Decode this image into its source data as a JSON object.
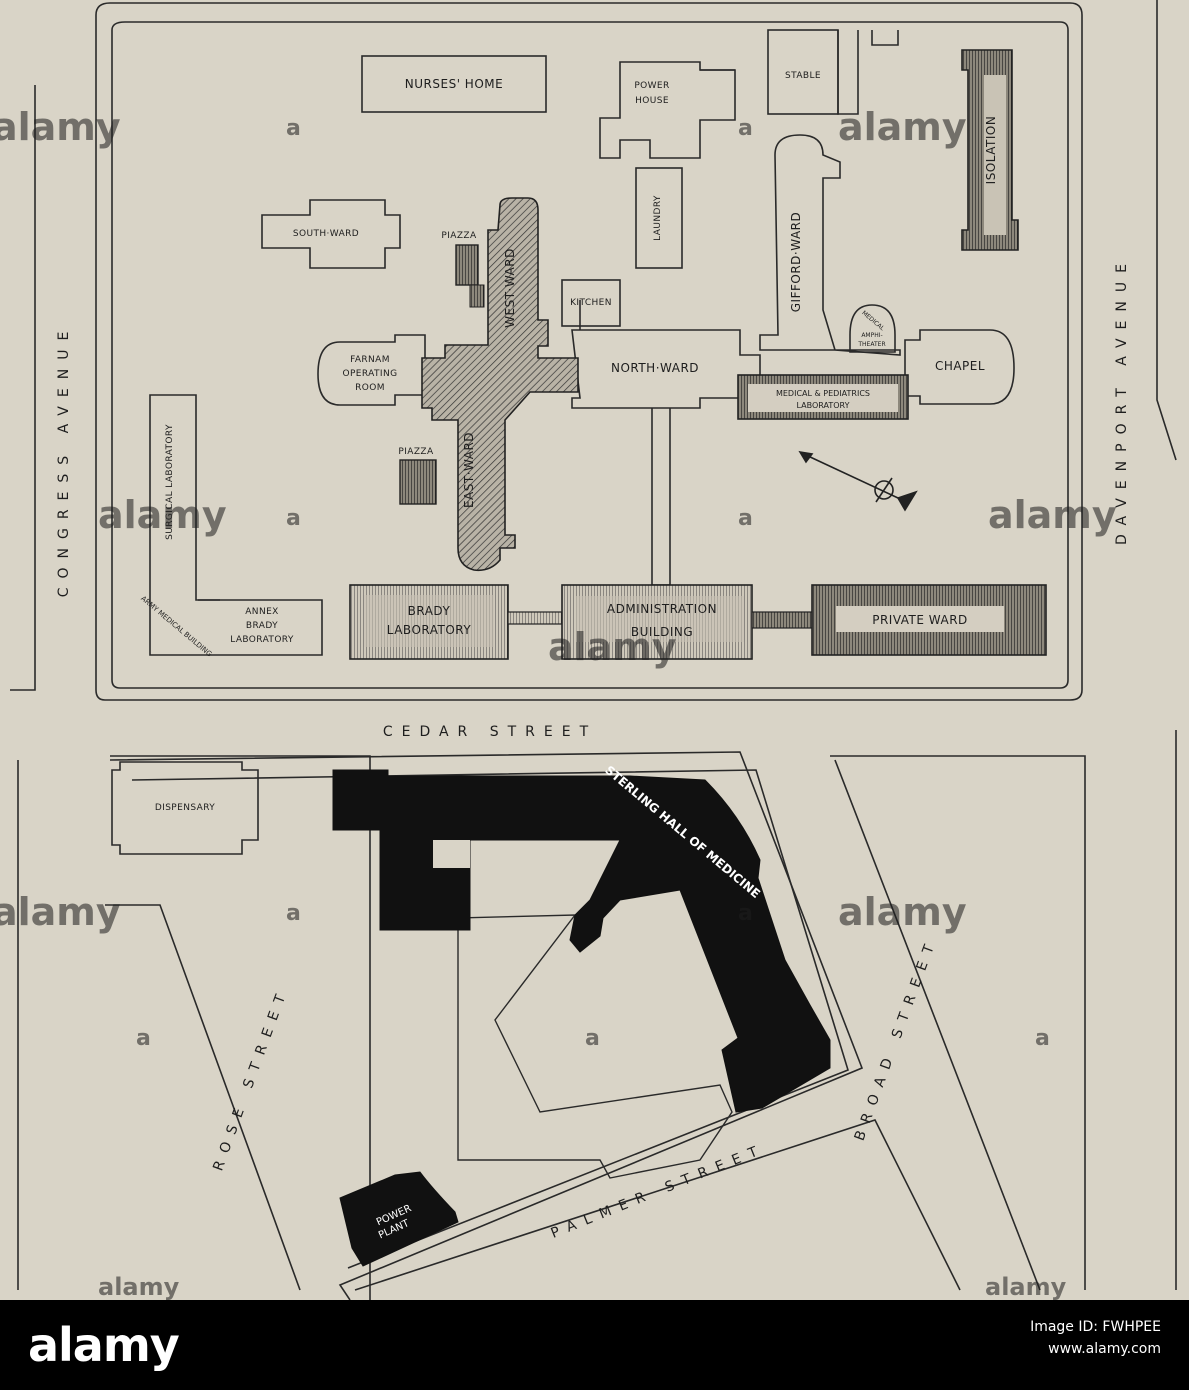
{
  "buildings": {
    "nurses_home": "NURSES' HOME",
    "power_house_1": "POWER",
    "power_house_2": "HOUSE",
    "stable": "STABLE",
    "isolation": "ISOLATION",
    "south_ward": "SOUTH·WARD",
    "laundry": "LAUNDRY",
    "gifford_ward": "GIFFORD·WARD",
    "piazza": "PIAZZA",
    "west_ward": "WEST·WARD",
    "kitchen": "KITCHEN",
    "farnam_1": "FARNAM",
    "farnam_2": "OPERATING",
    "farnam_3": "ROOM",
    "north_ward": "NORTH·WARD",
    "amphi_1": "MEDICAL",
    "amphi_2": "AMPHI-",
    "amphi_3": "THEATER",
    "chapel": "CHAPEL",
    "med_ped_1": "MEDICAL & PEDIATRICS",
    "med_ped_2": "LABORATORY",
    "surgical_lab": "SURGICAL LABORATORY",
    "east_ward": "EAST·WARD",
    "annex_1": "ANNEX",
    "annex_2": "BRADY",
    "annex_3": "LABORATORY",
    "army_medical": "ARMY MEDICAL BUILDING",
    "brady_1": "BRADY",
    "brady_2": "LABORATORY",
    "admin_1": "ADMINISTRATION",
    "admin_2": "BUILDING",
    "private_ward": "PRIVATE WARD",
    "dispensary": "DISPENSARY",
    "sterling": "STERLING HALL OF MEDICINE",
    "power_plant_1": "POWER",
    "power_plant_2": "PLANT"
  },
  "streets": {
    "congress": "CONGRESS AVENUE",
    "davenport": "DAVENPORT AVENUE",
    "cedar": "CEDAR STREET",
    "rose": "ROSE STREET",
    "broad": "BROAD STREET",
    "palmer": "PALMER STREET"
  },
  "watermark": "alamy",
  "footer": {
    "logo": "alamy",
    "image_id": "Image ID: FWHPEE",
    "site": "www.alamy.com"
  },
  "colors": {
    "paper": "#d9d4c7",
    "ink": "#1e1e1e",
    "solid_building": "#111111"
  }
}
